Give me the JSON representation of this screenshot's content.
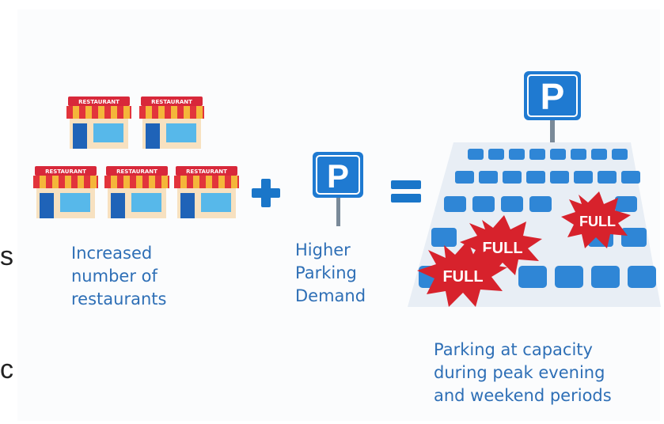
{
  "edge_glyphs": [
    "s",
    "c"
  ],
  "store_sign": "RESTAURANT",
  "operators": {
    "plus": "plus-sign",
    "equals": "equals-sign"
  },
  "parking_letter": "P",
  "full_badges": [
    "FULL",
    "FULL",
    "FULL"
  ],
  "captions": {
    "restaurants": [
      "Increased",
      "number of",
      "restaurants"
    ],
    "demand": [
      "Higher",
      "Parking",
      "Demand"
    ],
    "capacity": [
      "Parking at capacity",
      "during peak evening",
      "and weekend periods"
    ]
  },
  "colors": {
    "caption_blue": "#2e6fb6",
    "sign_blue": "#1f7ad1",
    "plus_blue": "#1a76c9",
    "car_blue": "#2f86d6",
    "awning_red": "#e2343b",
    "awning_yellow": "#f4b63a",
    "burst_red": "#d7222c"
  }
}
